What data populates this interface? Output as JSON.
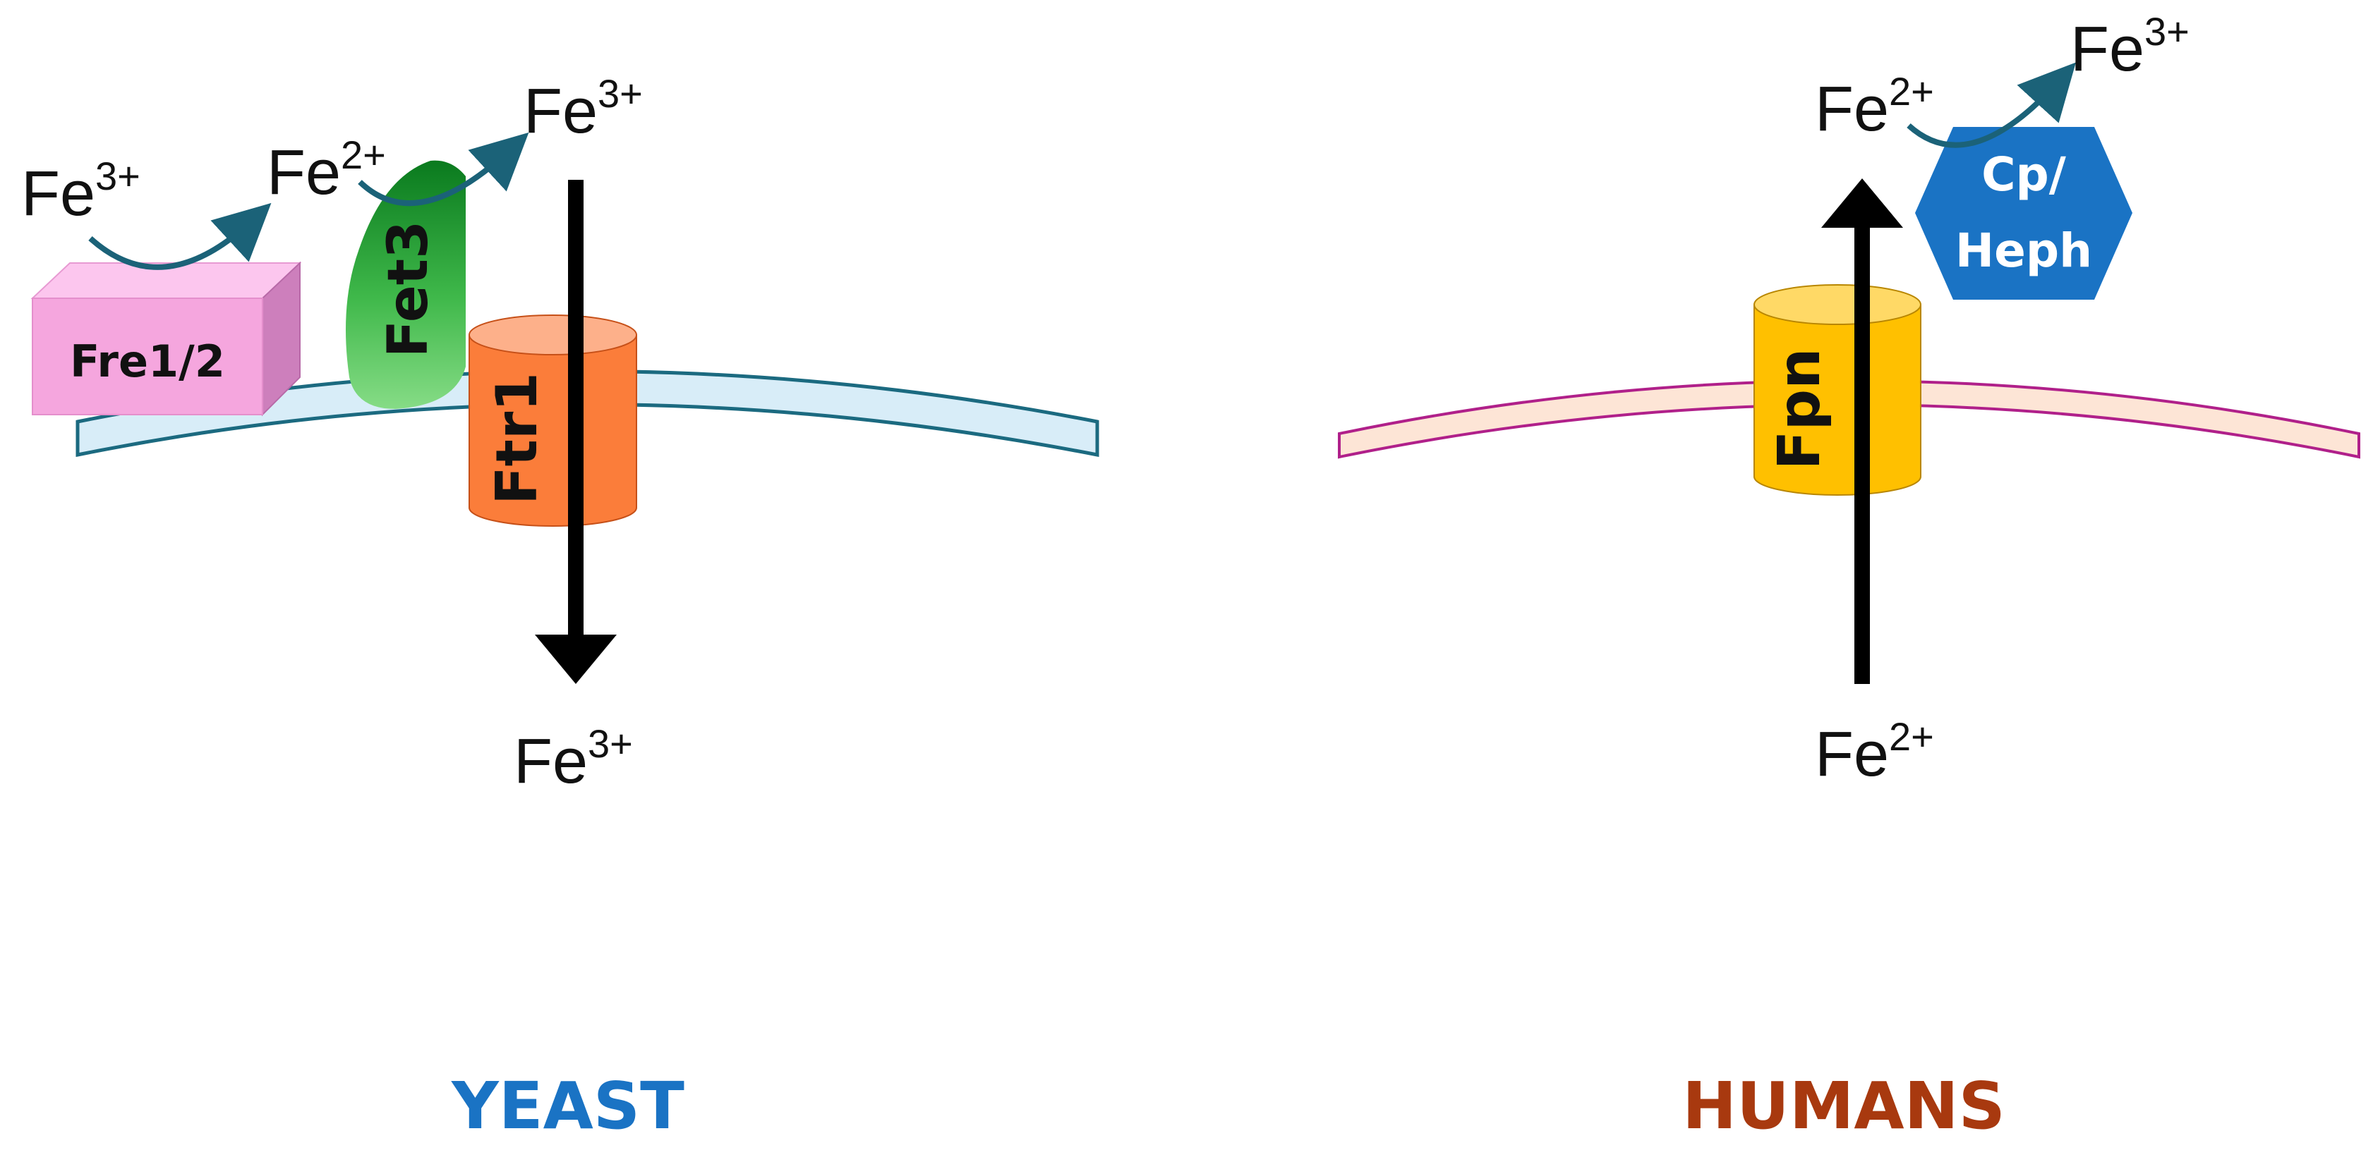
{
  "yeast": {
    "title": "YEAST",
    "title_color": "#1a73c4",
    "proteins": {
      "fre": "Fre1/2",
      "fet3": "Fet3",
      "ftr1": "Ftr1"
    },
    "ions": {
      "substrate": {
        "base": "Fe",
        "charge": "3+"
      },
      "reduced": {
        "base": "Fe",
        "charge": "2+"
      },
      "oxidized": {
        "base": "Fe",
        "charge": "3+"
      },
      "inside": {
        "base": "Fe",
        "charge": "3+"
      }
    },
    "colors": {
      "fre": "#f5a6de",
      "fet3": "#2ea83a",
      "ftr1": "#fb7d3a",
      "membrane": "#d8edf8",
      "membrane_stroke": "#1b6a80"
    }
  },
  "humans": {
    "title": "HUMANS",
    "title_color": "#a8390f",
    "proteins": {
      "fpn": "Fpn",
      "cp_line1": "Cp/",
      "cp_line2": "Heph"
    },
    "ions": {
      "exported": {
        "base": "Fe",
        "charge": "2+"
      },
      "oxidized": {
        "base": "Fe",
        "charge": "3+"
      },
      "inside": {
        "base": "Fe",
        "charge": "2+"
      }
    },
    "colors": {
      "fpn": "#ffc000",
      "cp": "#1a73c4",
      "membrane": "#fde5d6",
      "membrane_stroke": "#b0208a"
    }
  },
  "arrow_color": "#1b6278"
}
